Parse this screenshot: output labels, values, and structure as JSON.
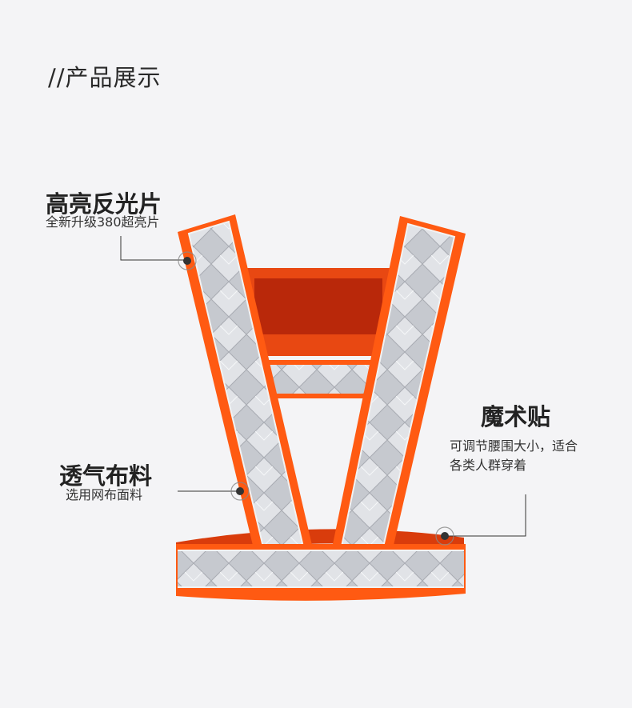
{
  "section_title": "//产品展示",
  "callouts": {
    "reflective": {
      "title": "高亮反光片",
      "subtitle": "全新升级380超亮片"
    },
    "fabric": {
      "title": "透气布料",
      "subtitle": "选用网布面料"
    },
    "velcro": {
      "title": "魔术贴",
      "subtitle_line1": "可调节腰围大小，适合",
      "subtitle_line2": "各类人群穿着"
    }
  },
  "colors": {
    "background": "#f4f4f6",
    "vest_orange": "#ff5a12",
    "vest_orange_dark": "#c8300a",
    "reflective_silver": "#c9ccd2",
    "leader_line": "#333333"
  },
  "icons": {
    "marker": "target-dot-icon"
  }
}
